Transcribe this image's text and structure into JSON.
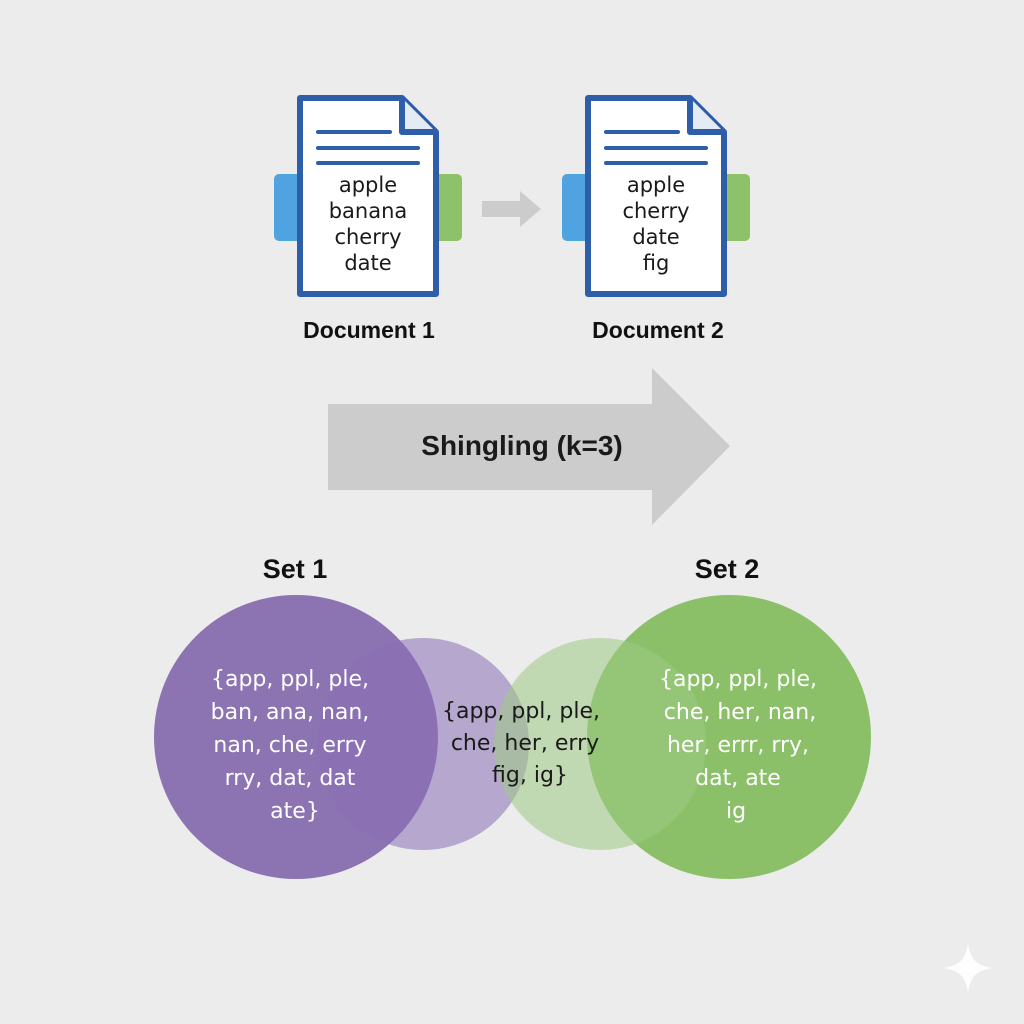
{
  "documents": [
    {
      "caption": "Document 1",
      "words": [
        "apple",
        "banana",
        "cherry",
        "date"
      ],
      "left_tab_color": "#4fa3e0",
      "right_tab_color": "#8ec26a",
      "icon": "document-icon"
    },
    {
      "caption": "Document 2",
      "words": [
        "apple",
        "cherry",
        "date",
        "fig"
      ],
      "left_tab_color": "#4fa3e0",
      "right_tab_color": "#8ec26a",
      "icon": "document-icon"
    }
  ],
  "arrow_label": "Shingling (k=3)",
  "sets": [
    {
      "title": "Set 1",
      "lines": [
        "{app, ppl, ple,",
        "ban, ana, nan,",
        "nan, che, erry",
        "rry, dat, dat",
        "ate}"
      ],
      "color": "#7b5fa8"
    },
    {
      "title": "Set 2",
      "lines": [
        "{app, ppl, ple,",
        "che, her, nan,",
        "her, errr, rry,",
        "dat, ate",
        "ig"
      ],
      "color": "#7ab852"
    }
  ],
  "intersection": {
    "lines": [
      "{app, ppl, ple,",
      "che, her, erry",
      "fig, ig}"
    ]
  },
  "colors": {
    "document_border": "#2f5ea8",
    "document_lines": "#2f5ea8",
    "arrow": "#cccccc",
    "set1": "#7b5fa8",
    "set1_inner": "#9b88c2",
    "set2": "#7ab852",
    "set2_inner": "#a9cf98",
    "background": "#ececec"
  }
}
